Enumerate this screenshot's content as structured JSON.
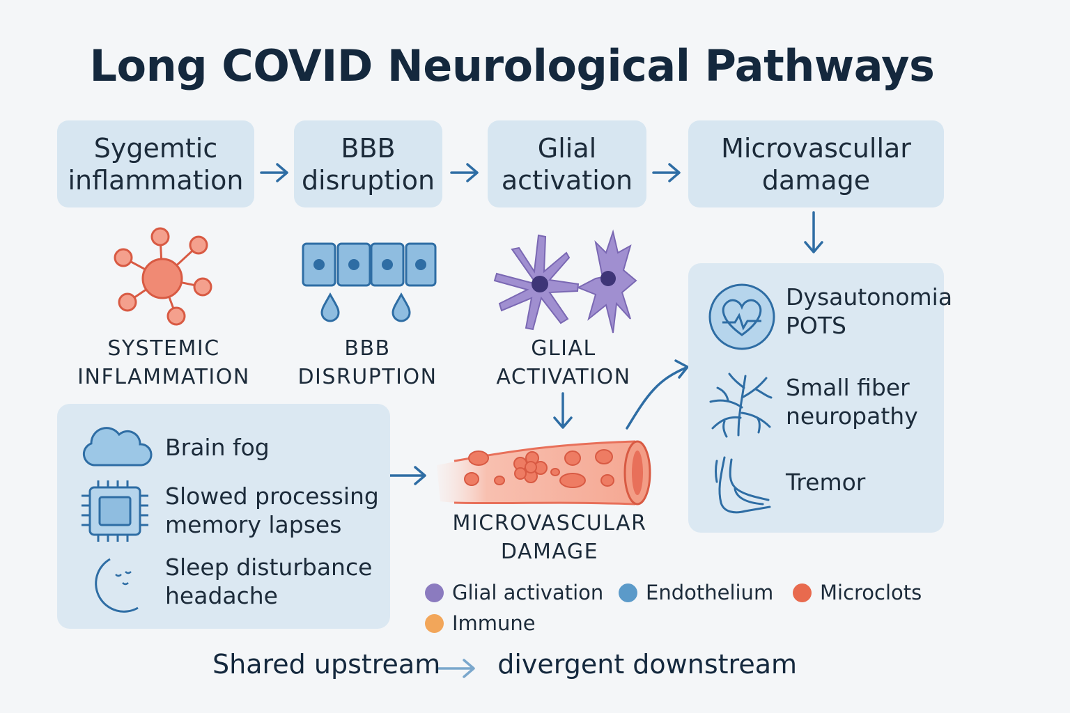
{
  "title": "Long COVID Neurological Pathways",
  "stages": [
    {
      "line1": "Sygemtic",
      "line2": "inflammation"
    },
    {
      "line1": "BBB",
      "line2": "disruption"
    },
    {
      "line1": "Glial",
      "line2": "activation"
    },
    {
      "line1": "Microvascullar",
      "line2": "damage"
    }
  ],
  "captions": [
    {
      "line1": "SYSTEMIC",
      "line2": "INFLAMMATION"
    },
    {
      "line1": "BBB",
      "line2": "DISRUPTION"
    },
    {
      "line1": "GLIAL",
      "line2": "ACTIVATION"
    },
    {
      "line1": "MICROVASCULAR",
      "line2": "DAMAGE"
    }
  ],
  "cognitive_symptoms": [
    {
      "icon": "cloud-icon",
      "line1": "Brain fog",
      "line2": ""
    },
    {
      "icon": "chip-icon",
      "line1": "Slowed processing",
      "line2": "memory lapses"
    },
    {
      "icon": "moon-icon",
      "line1": "Sleep disturbance",
      "line2": "headache"
    }
  ],
  "peripheral_symptoms": [
    {
      "icon": "heart-icon",
      "line1": "Dysautonomia",
      "line2": "POTS"
    },
    {
      "icon": "nerve-icon",
      "line1": "Small fiber",
      "line2": "neuropathy"
    },
    {
      "icon": "tremor-hand-icon",
      "line1": "Tremor",
      "line2": ""
    }
  ],
  "legend": [
    {
      "label": "Glial activation",
      "color": "#8b7bbf"
    },
    {
      "label": "Endothelium",
      "color": "#5b9ac9"
    },
    {
      "label": "Microclots",
      "color": "#e86a4e"
    },
    {
      "label": "Immune",
      "color": "#f2a65a"
    }
  ],
  "footer": {
    "left": "Shared upstream",
    "right": "divergent downstream"
  },
  "colors": {
    "box": "#d7e6f1",
    "arrow": "#2e6da4",
    "inflammation": "#e8705a",
    "barrier": "#5b9ac9",
    "glia": "#8b7bbf"
  }
}
